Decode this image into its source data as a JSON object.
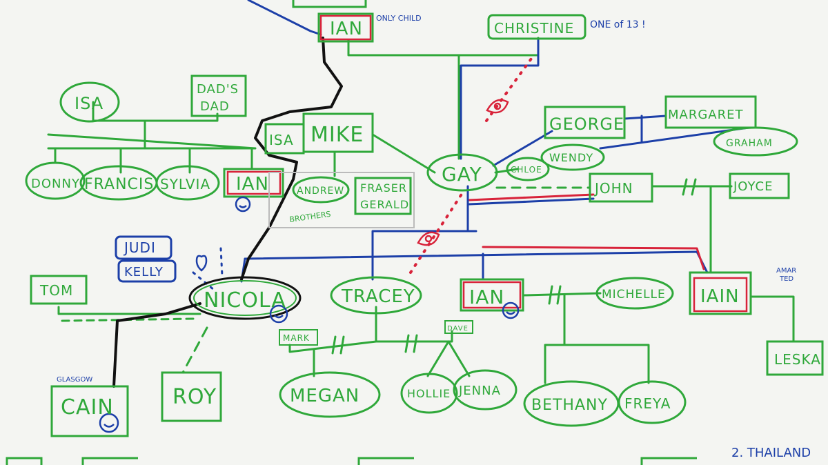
{
  "colors": {
    "green": "#2fa83a",
    "blue": "#1c3fa8",
    "red": "#d8233a",
    "black": "#111111",
    "paper": "#f4f5f2"
  },
  "nodes": {
    "ian_top": "IAN",
    "christine": "CHRISTINE",
    "isa_left": "ISA",
    "dads_dad_1": "DAD'S",
    "dads_dad_2": "DAD",
    "isa": "ISA",
    "mike": "MIKE",
    "george": "GEORGE",
    "margaret": "MARGARET",
    "graham": "GRAHAM",
    "wendy": "WENDY",
    "chloe": "CHLOE",
    "gay": "GAY",
    "john": "JOHN",
    "joyce": "JOYCE",
    "donny": "DONNY",
    "francis": "FRANCIS",
    "sylvia": "SYLVIA",
    "ian_mid": "IAN",
    "andrew": "ANDREW",
    "fraser": "FRASER",
    "gerald": "GERALD",
    "judi": "JUDI",
    "kelly": "KELLY",
    "tom": "TOM",
    "nicola": "NICOLA",
    "tracey": "TRACEY",
    "ian_low": "IAN",
    "michelle": "MICHELLE",
    "iain": "IAIN",
    "leska": "LESKA",
    "mark": "MARK",
    "dave": "DAVE",
    "megan": "MEGAN",
    "hollie": "HOLLIE",
    "jenna": "JENNA",
    "bethany": "BETHANY",
    "freya": "FREYA",
    "cain": "CAIN",
    "roy": "ROY"
  },
  "notes": {
    "only_child": "ONLY CHILD",
    "one_of_13": "ONE of 13 !",
    "brothers": "BROTHERS",
    "glasgow": "GLASGOW",
    "amaritied_1": "AMAR",
    "amaritied_2": "TED",
    "thailand": "2. THAILAND"
  }
}
